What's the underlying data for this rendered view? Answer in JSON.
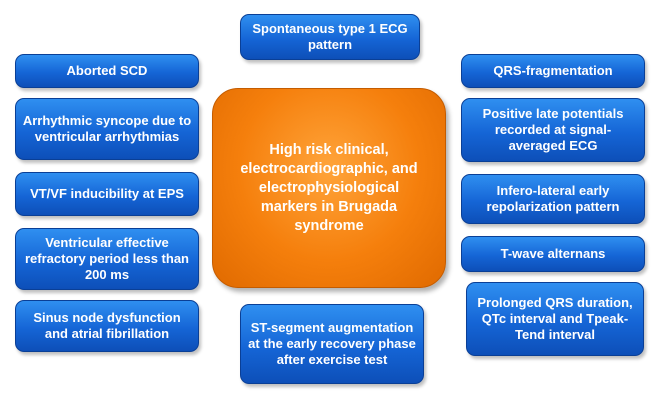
{
  "center": {
    "text": "High risk clinical, electrocardiographic, and electrophysiological markers in Brugada syndrome"
  },
  "boxes": {
    "top": "Spontaneous type 1 ECG pattern",
    "bottom": "ST-segment augmentation at the early recovery  phase after exercise test",
    "left": [
      "Aborted SCD",
      "Arrhythmic syncope due to ventricular arrhythmias",
      "VT/VF inducibility at EPS",
      "Ventricular effective refractory period less than 200 ms",
      "Sinus node dysfunction and atrial fibrillation"
    ],
    "right": [
      "QRS-fragmentation",
      "Positive late potentials recorded at signal-averaged ECG",
      "Infero-lateral  early repolarization pattern",
      "T-wave alternans",
      "Prolonged QRS duration, QTc interval and Tpeak-Tend interval"
    ]
  },
  "colors": {
    "box_fill": "#1565d6",
    "center_fill": "#f57f0c",
    "text": "#ffffff"
  }
}
